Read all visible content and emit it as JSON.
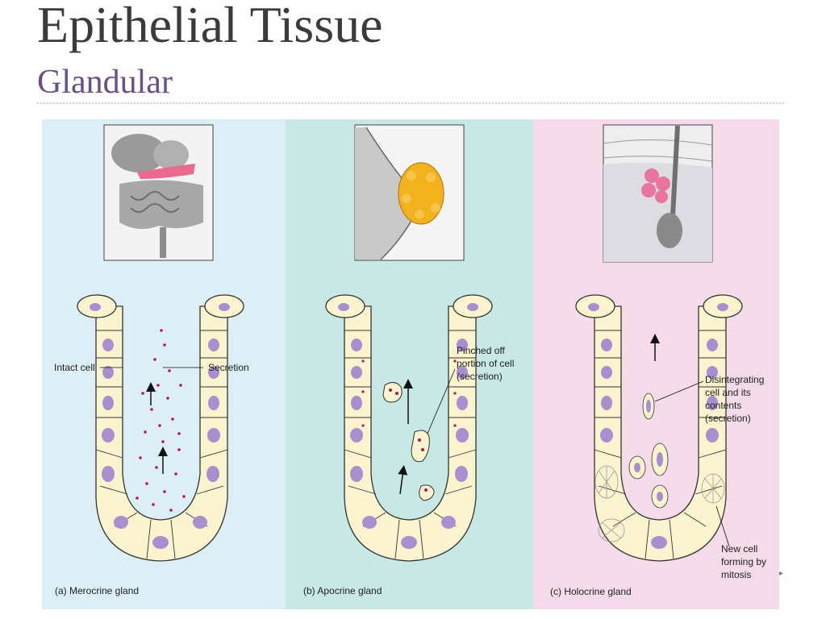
{
  "title": "Epithelial Tissue",
  "subtitle": "Glandular",
  "panels": [
    {
      "label": "(a)  Merocrine gland",
      "callouts": [
        "Intact cell",
        "Secretion"
      ]
    },
    {
      "label": "(b)  Apocrine gland",
      "callouts": [
        "Pinched off",
        "portion of cell",
        "(secretion)"
      ]
    },
    {
      "label": "(c)  Holocrine gland",
      "callouts": [
        "Disintegrating",
        "cell and its",
        "contents",
        "(secretion)",
        "New cell",
        "forming by",
        "mitosis"
      ]
    }
  ],
  "colors": {
    "panel_a_bg": "#dceef6",
    "panel_b_bg": "#c8e8e6",
    "panel_c_bg": "#f6dceb",
    "cell_fill": "#fbf4cf",
    "nucleus": "#a98fcf",
    "granule": "#b01655",
    "title": "#3b3b3b",
    "subtitle": "#6b4f86"
  }
}
